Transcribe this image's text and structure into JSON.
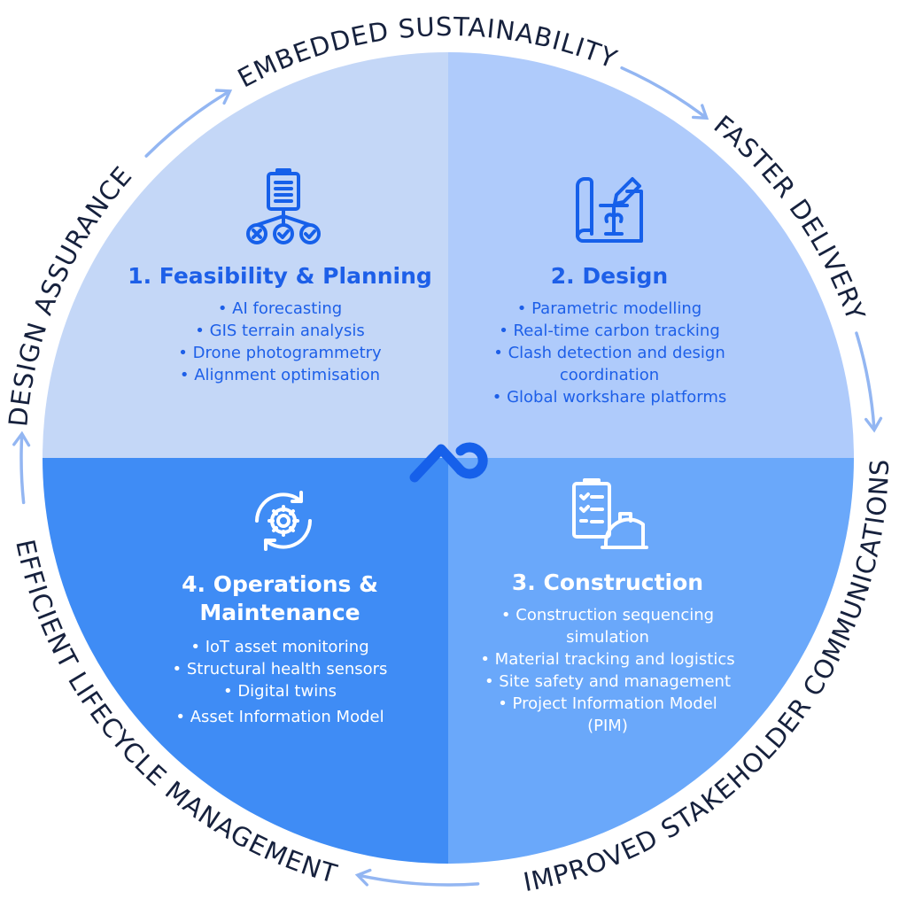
{
  "cycle_labels": {
    "design_assurance": "DESIGN ASSURANCE",
    "embedded_sustainability": "EMBEDDED SUSTAINABILITY",
    "faster_delivery": "FASTER DELIVERY",
    "improved_stakeholder": "IMPROVED STAKEHOLDER COMMUNICATIONS",
    "efficient_lifecycle": "EFFICIENT LIFECYCLE MANAGEMENT"
  },
  "quadrants": {
    "feasibility": {
      "title": "1. Feasibility & Planning",
      "icon": "clipboard-decision-icon",
      "bullets": [
        "• AI forecasting",
        "• GIS terrain analysis",
        "• Drone photogrammetry",
        "• Alignment optimisation"
      ]
    },
    "design": {
      "title": "2. Design",
      "icon": "blueprint-pencil-icon",
      "bullets": [
        "• Parametric modelling",
        "• Real-time carbon tracking",
        "• Clash detection and design",
        "coordination",
        "• Global workshare platforms"
      ]
    },
    "construction": {
      "title": "3. Construction",
      "icon": "checklist-hardhat-icon",
      "bullets": [
        "• Construction sequencing",
        "simulation",
        "• Material tracking and logistics",
        "• Site safety and management",
        "• Project Information Model",
        "(PIM)"
      ]
    },
    "operations": {
      "title_line1": "4. Operations &",
      "title_line2": "Maintenance",
      "icon": "gear-cycle-icon",
      "bullets": [
        "• IoT asset monitoring",
        "• Structural health sensors",
        "• Digital twins",
        "• Asset Information Model"
      ]
    }
  },
  "colors": {
    "q1": "#c4d7f7",
    "q2": "#afcbfb",
    "q3": "#6aa8fa",
    "q4": "#3f8cf5",
    "accent": "#1660ea",
    "ring_text": "#16213d",
    "arrow": "#93b6f2"
  }
}
